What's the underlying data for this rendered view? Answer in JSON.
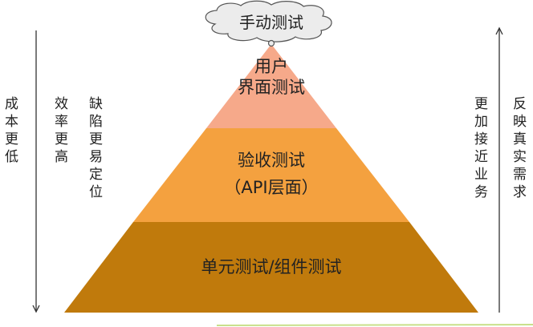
{
  "cloud": {
    "label": "手动测试"
  },
  "tiers": [
    {
      "label_line1": "用户",
      "label_line2": "界面测试",
      "color": "#F6A98A"
    },
    {
      "label_line1": "验收测试",
      "label_line2": "（API层面）",
      "color": "#F4A13F"
    },
    {
      "label_line1": "单元测试/组件测试",
      "color": "#C07A0C"
    }
  ],
  "left": {
    "cost": "成本更低",
    "efficiency": "效率更高",
    "defect": "缺陷更易定位"
  },
  "right": {
    "business": "更加接近业务",
    "needs": "反映真实需求"
  }
}
